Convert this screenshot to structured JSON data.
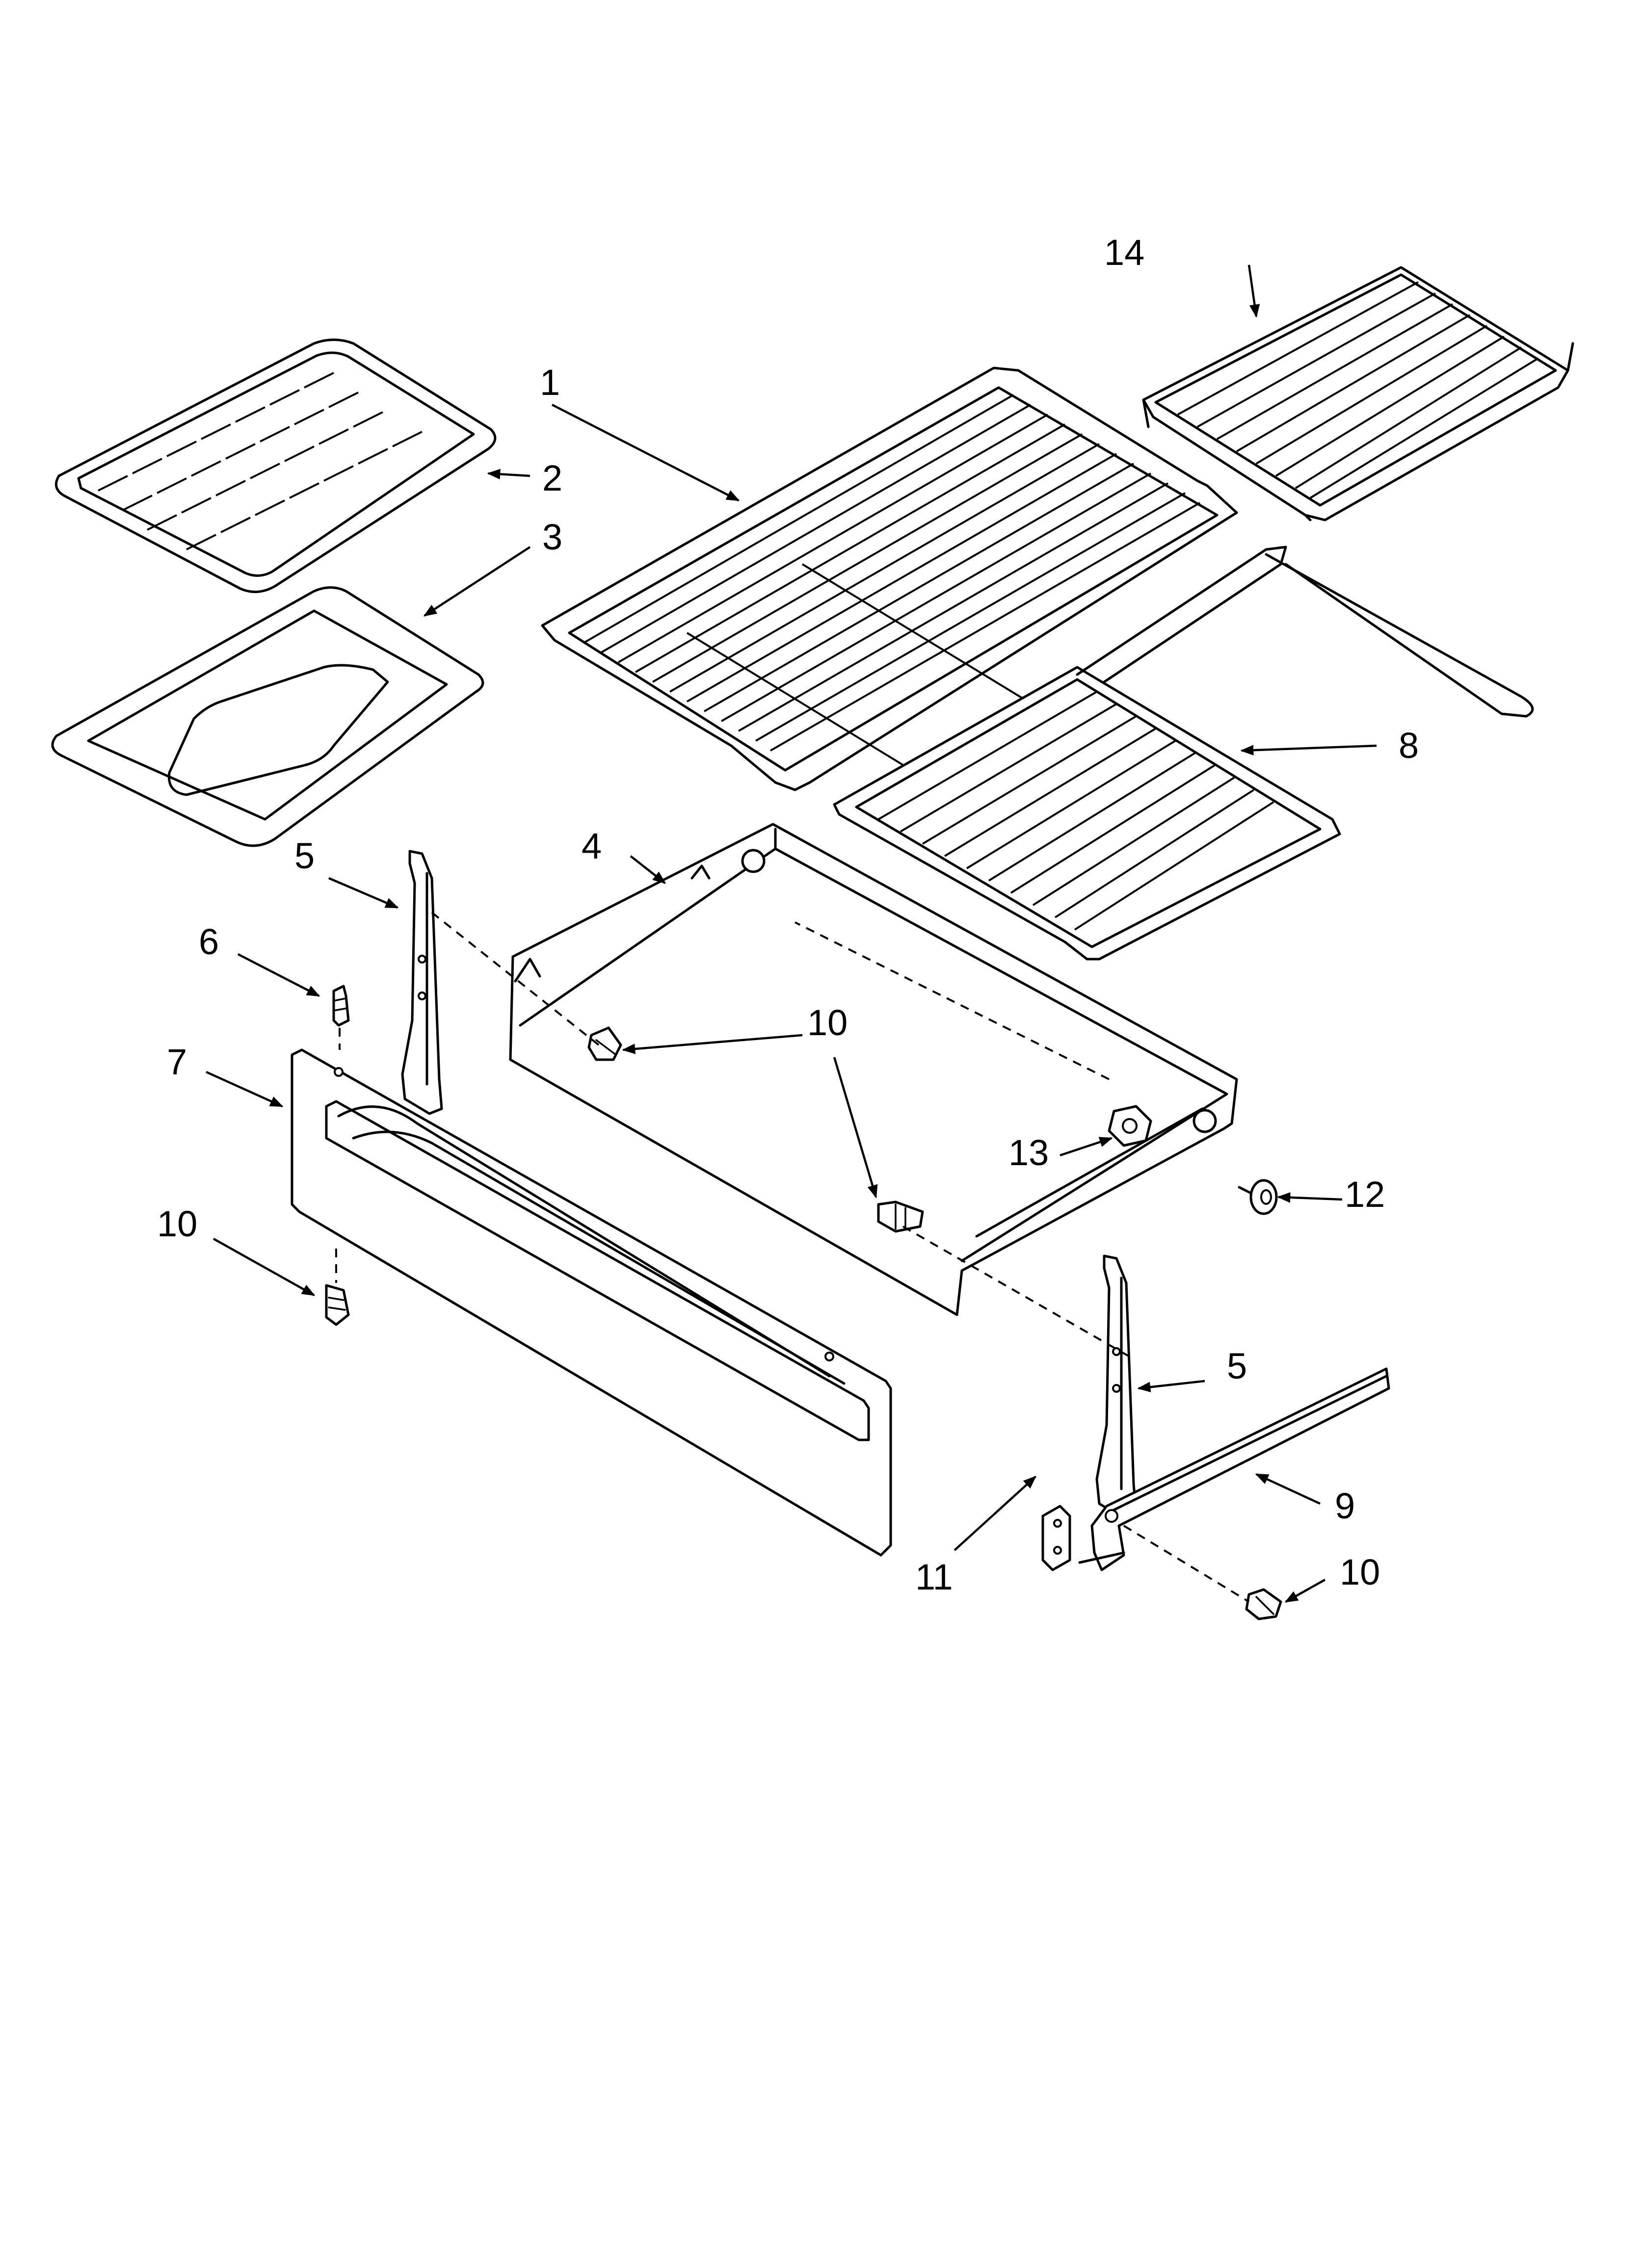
{
  "callouts": {
    "c1": "1",
    "c2": "2",
    "c3": "3",
    "c4": "4",
    "c5a": "5",
    "c5b": "5",
    "c6": "6",
    "c7": "7",
    "c8": "8",
    "c9": "9",
    "c10a": "10",
    "c10b": "10",
    "c10c": "10",
    "c11": "11",
    "c12": "12",
    "c13": "13",
    "c14": "14"
  }
}
